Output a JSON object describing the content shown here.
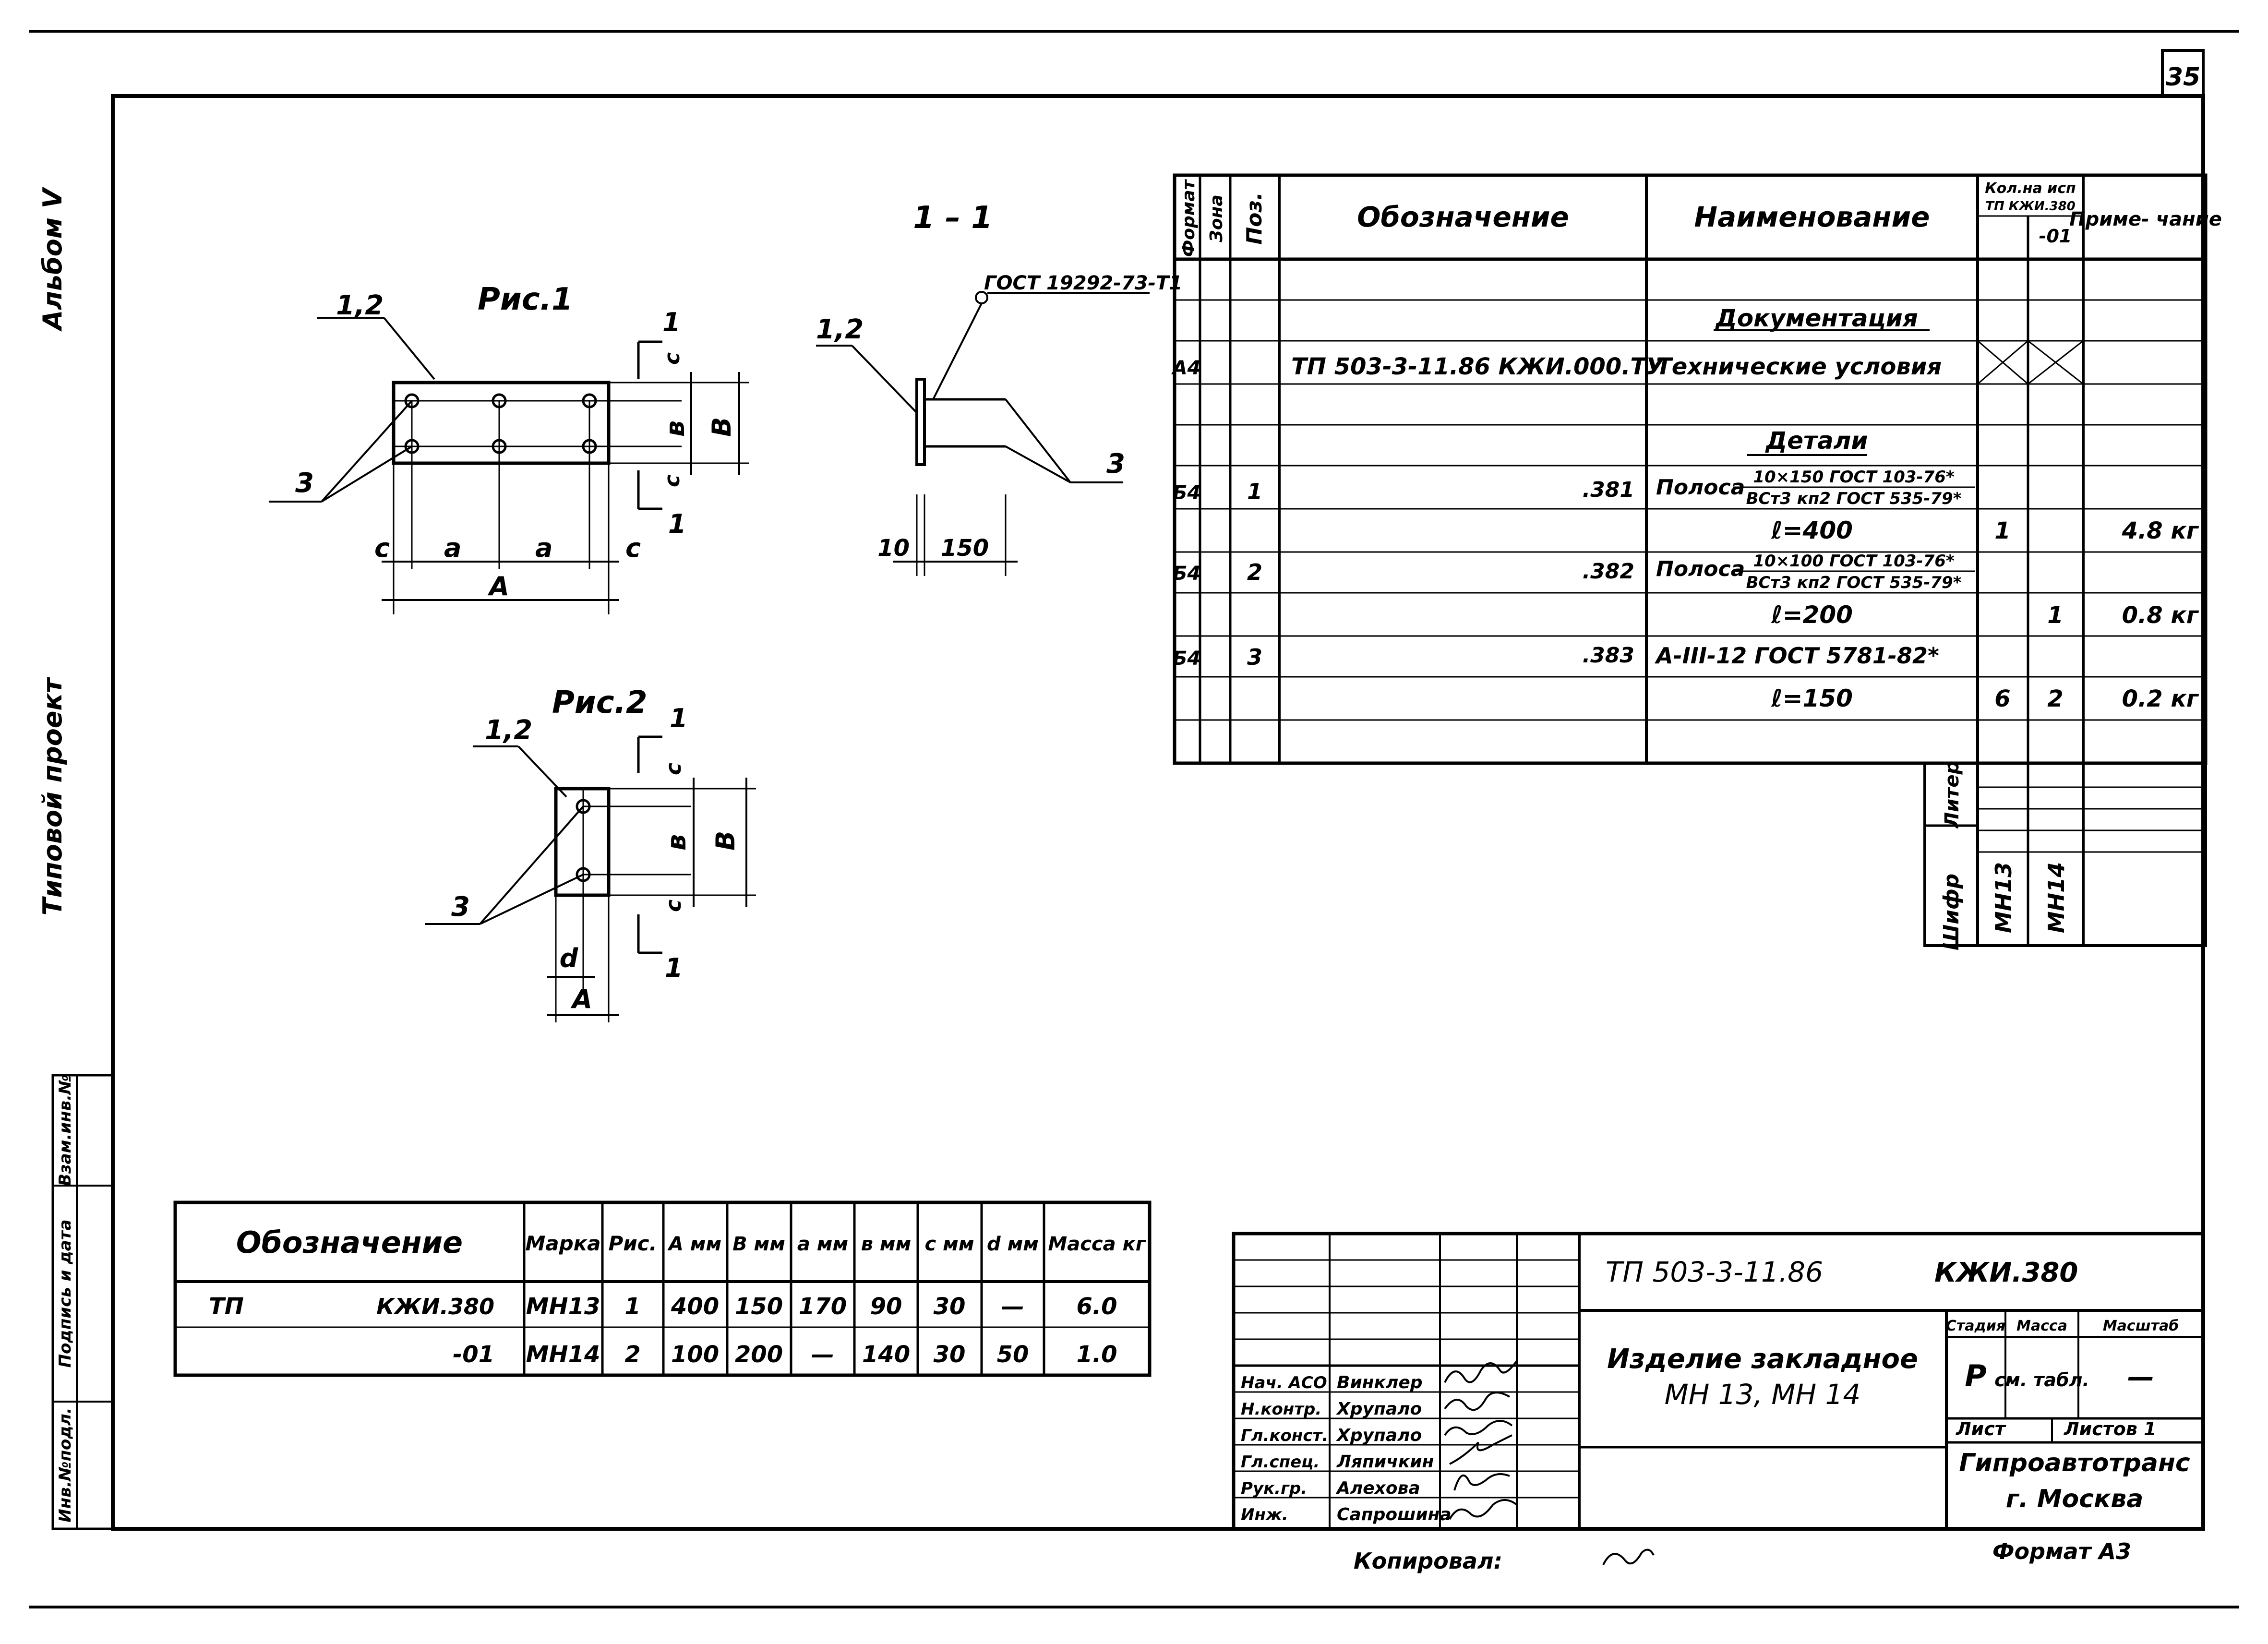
{
  "sheet": {
    "number": "35",
    "album": "Альбом V",
    "project_type": "Типовой проект",
    "copied_label": "Копировал:",
    "format_label": "Формат А3"
  },
  "side_stamp": [
    "Инв.№подл.",
    "Подпись и дата",
    "Взам.инв.№"
  ],
  "drawings": {
    "fig1": {
      "title": "Рис.1",
      "labels": {
        "pos12": "1,2",
        "pos3": "3",
        "sec": "1",
        "c": "c",
        "a": "a",
        "A": "A",
        "b": "в",
        "B": "B"
      }
    },
    "fig2": {
      "title": "Рис.2",
      "labels": {
        "pos12": "1,2",
        "pos3": "3",
        "sec": "1",
        "c": "c",
        "d": "d",
        "A": "A",
        "b": "в",
        "B": "B"
      }
    },
    "section": {
      "title": "1 – 1",
      "gost": "ГОСТ 19292-73-Т1",
      "labels": {
        "pos12": "1,2",
        "pos3": "3",
        "dim10": "10",
        "dim150": "150"
      }
    }
  },
  "spec_table": {
    "headers": {
      "format": "Формат",
      "zone": "Зона",
      "pos": "Поз.",
      "designation": "Обозначение",
      "name": "Наименование",
      "qty": "Кол.на исп",
      "qty_sub": "ТП КЖИ.380",
      "qty_col1": "",
      "qty_col2": "-01",
      "note": "Приме- чание"
    },
    "rows": [
      {
        "format": "",
        "zone": "",
        "pos": "",
        "designation": "",
        "name": "Документация",
        "underline": true,
        "q1": "",
        "q2": "",
        "note": ""
      },
      {
        "format": "А4",
        "zone": "",
        "pos": "",
        "designation": "ТП 503-3-11.86  КЖИ.000.ТУ",
        "name": "Технические условия",
        "crossed": true,
        "q1": "",
        "q2": "",
        "note": ""
      },
      {
        "format": "",
        "zone": "",
        "pos": "",
        "designation": "",
        "name": "",
        "q1": "",
        "q2": "",
        "note": ""
      },
      {
        "format": "",
        "zone": "",
        "pos": "",
        "designation": "",
        "name": "Детали",
        "underline": true,
        "q1": "",
        "q2": "",
        "note": ""
      },
      {
        "format": "Б4",
        "zone": "",
        "pos": "1",
        "designation": ".381",
        "name_main": "Полоса",
        "name_top": "10×150 ГОСТ 103-76*",
        "name_bot": "ВСт3 кп2 ГОСТ 535-79*",
        "q1": "",
        "q2": "",
        "note": ""
      },
      {
        "format": "",
        "zone": "",
        "pos": "",
        "designation": "",
        "name": "ℓ=400",
        "q1": "1",
        "q2": "",
        "note": "4.8 кг"
      },
      {
        "format": "Б4",
        "zone": "",
        "pos": "2",
        "designation": ".382",
        "name_main": "Полоса",
        "name_top": "10×100 ГОСТ 103-76*",
        "name_bot": "ВСт3 кп2 ГОСТ 535-79*",
        "q1": "",
        "q2": "",
        "note": ""
      },
      {
        "format": "",
        "zone": "",
        "pos": "",
        "designation": "",
        "name": "ℓ=200",
        "q1": "",
        "q2": "1",
        "note": "0.8 кг"
      },
      {
        "format": "Б4",
        "zone": "",
        "pos": "3",
        "designation": ".383",
        "name": "А-III-12  ГОСТ 5781-82*",
        "q1": "",
        "q2": "",
        "note": ""
      },
      {
        "format": "",
        "zone": "",
        "pos": "",
        "designation": "",
        "name": "ℓ=150",
        "q1": "6",
        "q2": "2",
        "note": "0.2 кг"
      },
      {
        "format": "",
        "zone": "",
        "pos": "",
        "designation": "",
        "name": "",
        "q1": "",
        "q2": "",
        "note": ""
      }
    ],
    "cipher_block": {
      "cipher": "Шифр",
      "letter": "Литер",
      "col1": "МН13",
      "col2": "МН14"
    }
  },
  "dims_table": {
    "headers": [
      "Обозначение",
      "Марка",
      "Рис.",
      "А мм",
      "В мм",
      "а мм",
      "в мм",
      "с мм",
      "d мм",
      "Масса кг"
    ],
    "rows": [
      {
        "des_left": "ТП",
        "des_right": "КЖИ.380",
        "mark": "МН13",
        "fig": "1",
        "A": "400",
        "B": "150",
        "a": "170",
        "b": "90",
        "c": "30",
        "d": "—",
        "mass": "6.0"
      },
      {
        "des_left": "",
        "des_right": "-01",
        "mark": "МН14",
        "fig": "2",
        "A": "100",
        "B": "200",
        "a": "—",
        "b": "140",
        "c": "30",
        "d": "50",
        "mass": "1.0"
      }
    ]
  },
  "title_block": {
    "code": "ТП 503-3-11.86",
    "doc_code": "КЖИ.380",
    "product_name_1": "Изделие закладное",
    "product_name_2": "МН 13, МН 14",
    "stage_label": "Стадия",
    "mass_label": "Масса",
    "scale_label": "Масштаб",
    "stage": "Р",
    "mass": "см. табл.",
    "scale": "—",
    "sheet_label": "Лист",
    "sheets_label": "Листов 1",
    "organization": "Гипроавтотранс",
    "city": "г. Москва",
    "people": [
      {
        "role": "Нач. АСО",
        "name": "Винклер"
      },
      {
        "role": "Н.контр.",
        "name": "Хрупало"
      },
      {
        "role": "Гл.конст.",
        "name": "Хрупало"
      },
      {
        "role": "Гл.спец.",
        "name": "Ляпичкин"
      },
      {
        "role": "Рук.гр.",
        "name": "Алехова"
      },
      {
        "role": "Инж.",
        "name": "Сапрошина"
      }
    ]
  }
}
